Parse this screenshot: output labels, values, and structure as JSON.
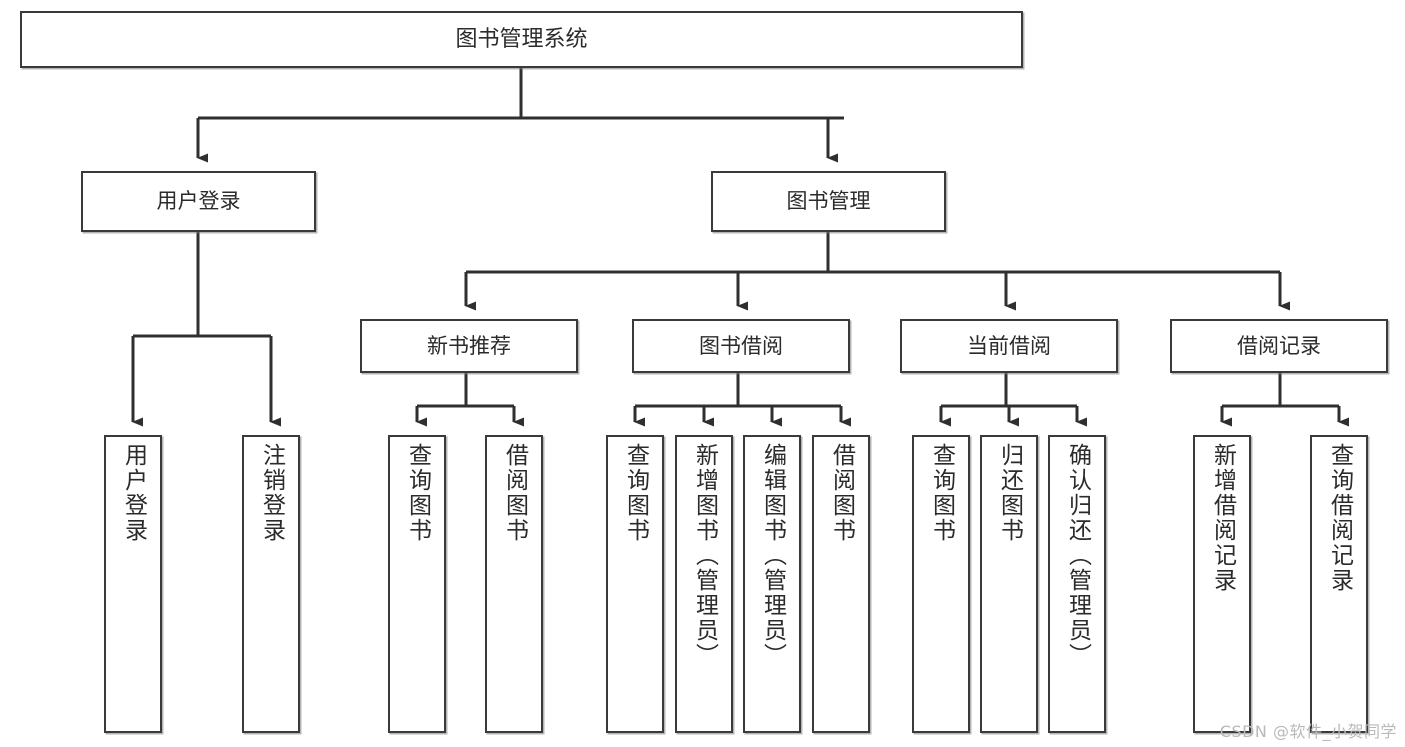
{
  "diagram": {
    "title": "图书管理系统",
    "type": "tree-hierarchy-chart",
    "watermark": "CSDN @软件_小贺同学",
    "colors": {
      "box_border": "#3a3a3a",
      "box_fill": "#ffffff",
      "edge": "#2f2f2f",
      "text": "#2b2b2b",
      "watermark": "#b9b9b9"
    },
    "root": {
      "id": "root",
      "label": "图书管理系统"
    },
    "level1": [
      {
        "id": "user-login",
        "label": "用户登录"
      },
      {
        "id": "book-manage",
        "label": "图书管理"
      }
    ],
    "level2": [
      {
        "id": "new-book-rec",
        "label": "新书推荐",
        "parent": "book-manage"
      },
      {
        "id": "book-borrow",
        "label": "图书借阅",
        "parent": "book-manage"
      },
      {
        "id": "current-borrow",
        "label": "当前借阅",
        "parent": "book-manage"
      },
      {
        "id": "borrow-record",
        "label": "借阅记录",
        "parent": "book-manage"
      }
    ],
    "leaves": [
      {
        "id": "leaf-user-login",
        "label": "用户登录",
        "parent": "user-login"
      },
      {
        "id": "leaf-user-logout",
        "label": "注销登录",
        "parent": "user-login"
      },
      {
        "id": "leaf-rec-query-book",
        "label": "查询图书",
        "parent": "new-book-rec"
      },
      {
        "id": "leaf-rec-borrow-book",
        "label": "借阅图书",
        "parent": "new-book-rec"
      },
      {
        "id": "leaf-borrow-query-book",
        "label": "查询图书",
        "parent": "book-borrow"
      },
      {
        "id": "leaf-borrow-add-book",
        "label": "新增图书（管理员）",
        "parent": "book-borrow"
      },
      {
        "id": "leaf-borrow-edit-book",
        "label": "编辑图书（管理员）",
        "parent": "book-borrow"
      },
      {
        "id": "leaf-borrow-borrow-book",
        "label": "借阅图书",
        "parent": "book-borrow"
      },
      {
        "id": "leaf-cur-query-book",
        "label": "查询图书",
        "parent": "current-borrow"
      },
      {
        "id": "leaf-cur-return-book",
        "label": "归还图书",
        "parent": "current-borrow"
      },
      {
        "id": "leaf-cur-confirm-return",
        "label": "确认归还（管理员）",
        "parent": "current-borrow"
      },
      {
        "id": "leaf-rec-add-record",
        "label": "新增借阅记录",
        "parent": "borrow-record"
      },
      {
        "id": "leaf-rec-query-record",
        "label": "查询借阅记录",
        "parent": "borrow-record"
      }
    ]
  }
}
